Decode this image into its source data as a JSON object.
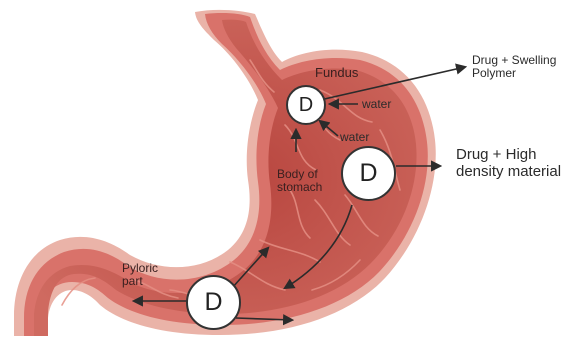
{
  "labels": {
    "fundus": "Fundus",
    "water_1": "water",
    "water_2": "water",
    "body_of_stomach": "Body of\nstomach",
    "pyloric_part": "Pyloric\npart",
    "drug_swelling_polymer": "Drug + Swelling\nPolymer",
    "drug_high_density": "Drug + High\ndensity material"
  },
  "pills": {
    "fundus_pill": "D",
    "body_pill": "D",
    "pyloric_pill": "D"
  },
  "colors": {
    "stomach_outer": "#eab3a8",
    "stomach_wall": "#d9726a",
    "stomach_inner": "#c3544e",
    "stomach_folds": "#e58f84",
    "arrow": "#2b2b2b"
  }
}
